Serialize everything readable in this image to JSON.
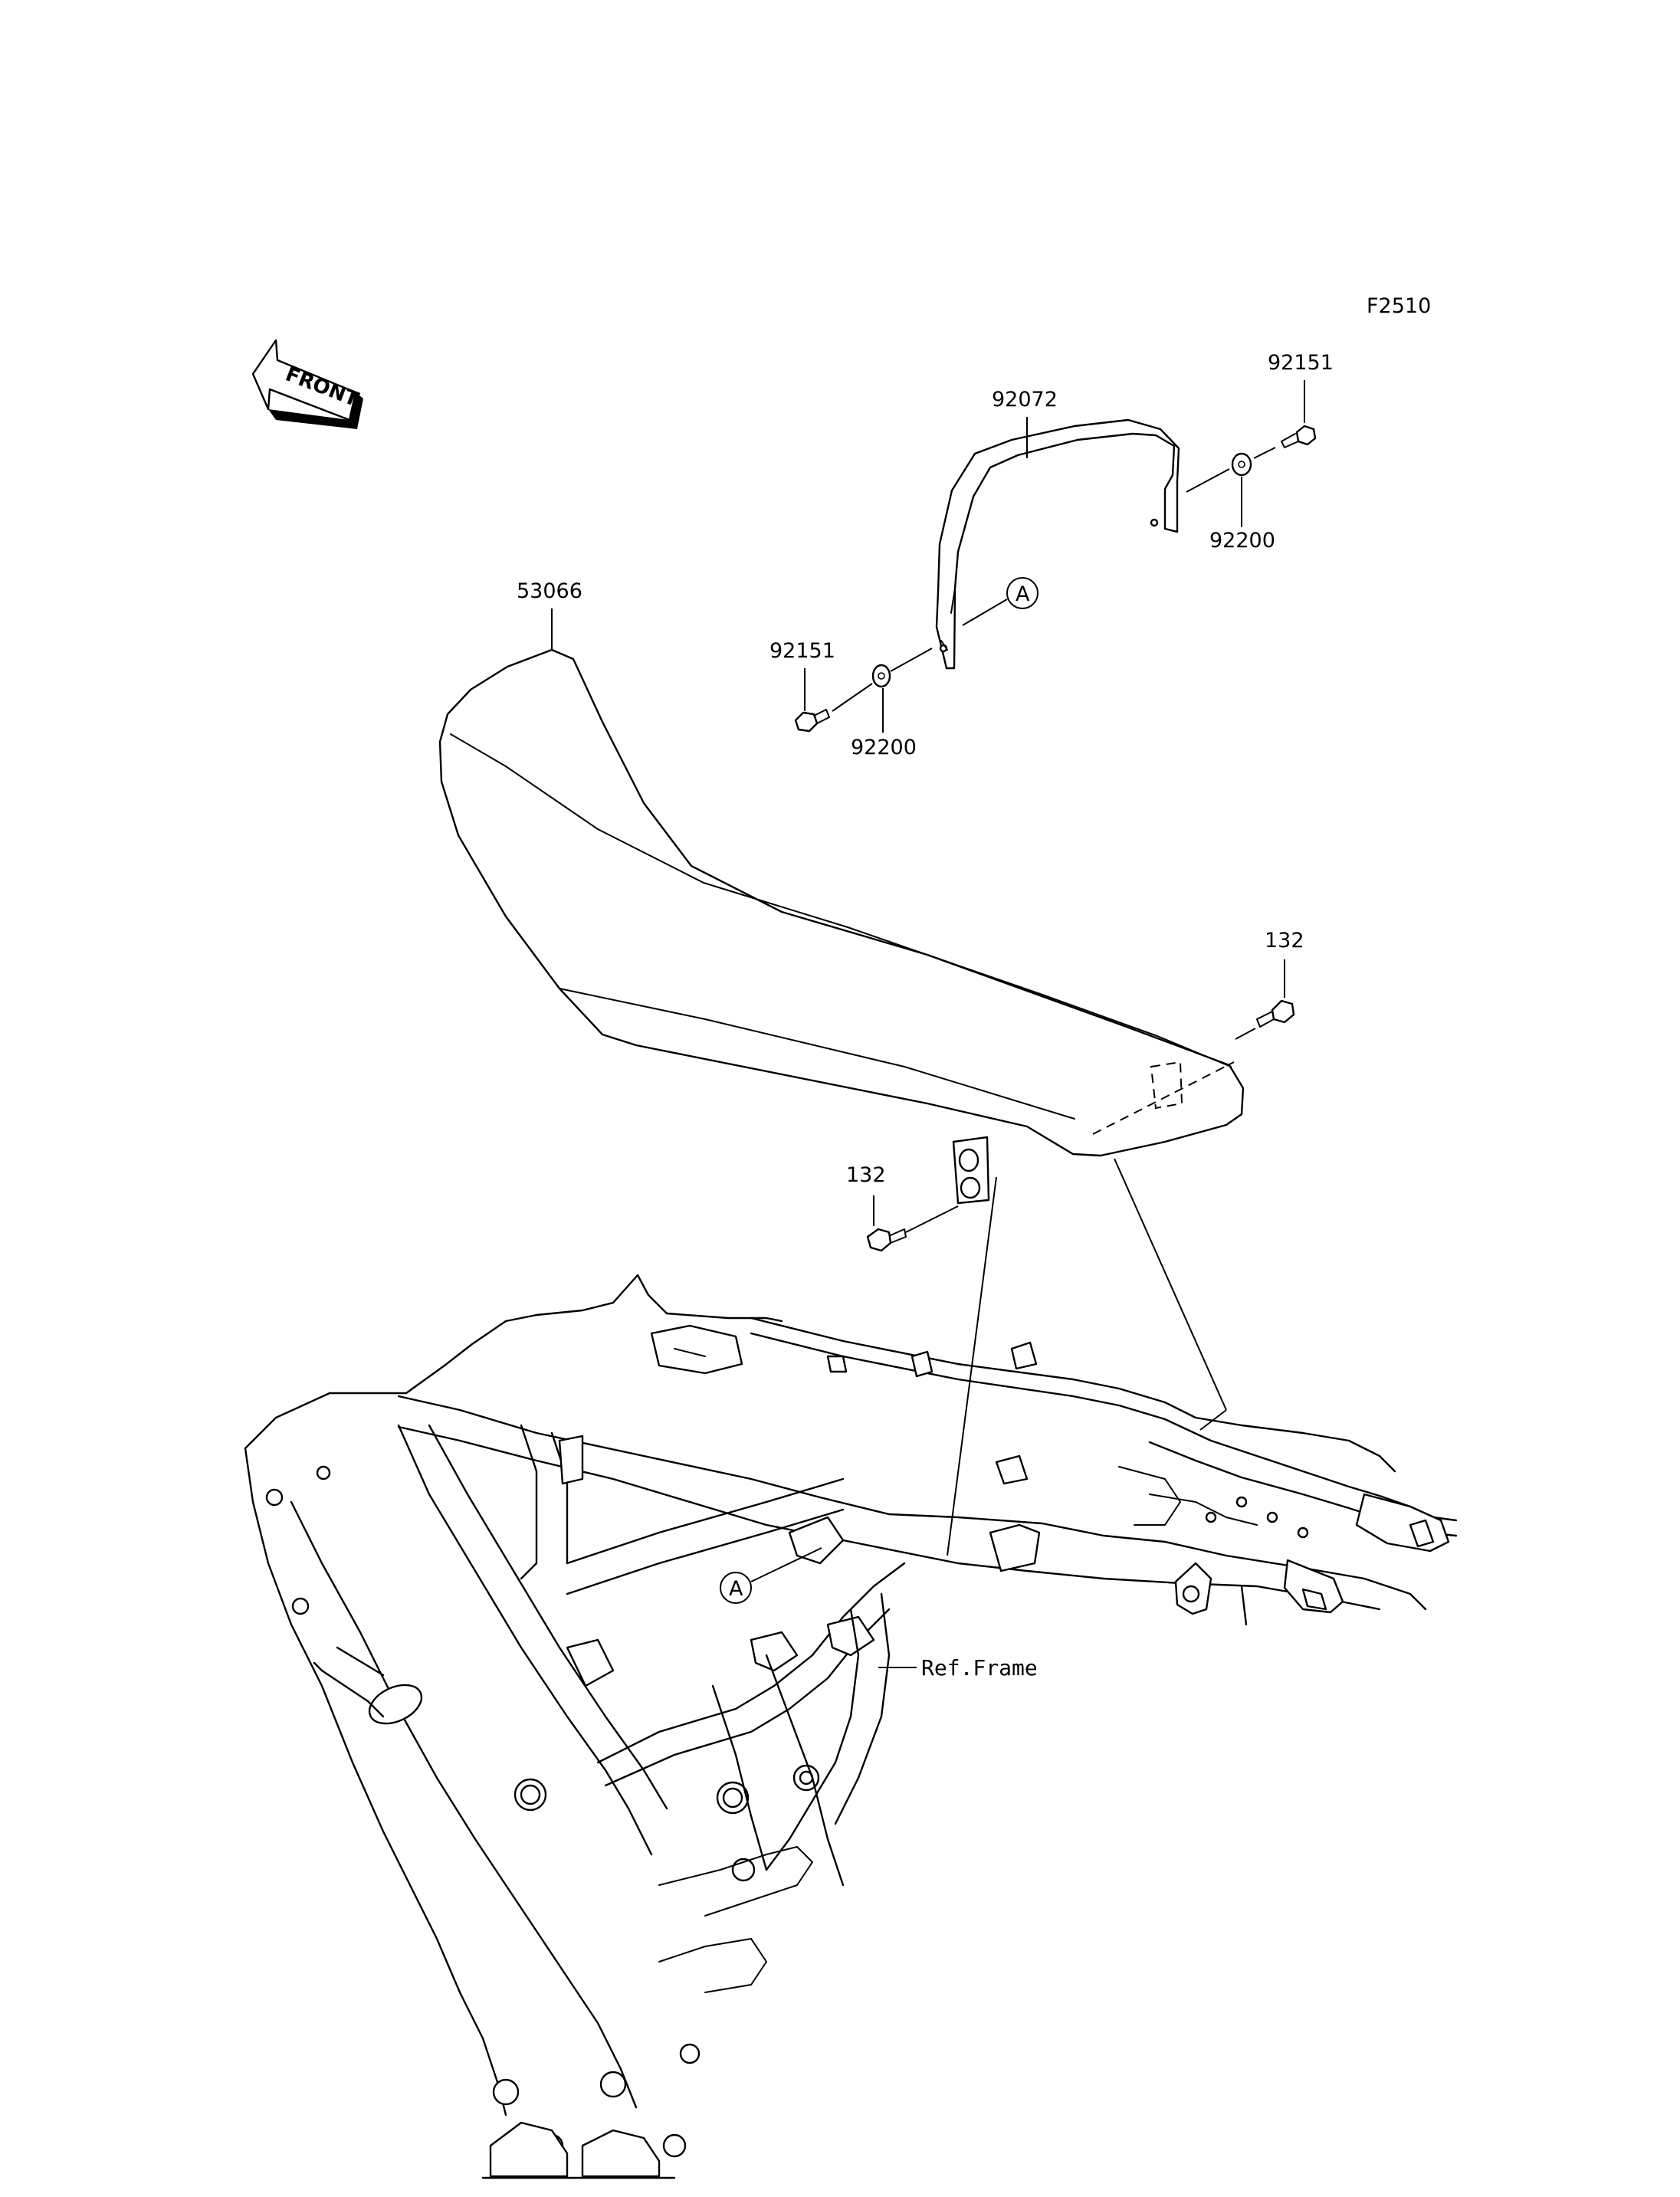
{
  "figure_code": "F2510",
  "front_arrow": {
    "icon": "front-direction-arrow-icon",
    "label": "FRONT"
  },
  "part_labels": {
    "seat": "53066",
    "strap": "92072",
    "bolt_upper_right": "92151",
    "washer_upper_right": "92200",
    "bolt_left": "92151",
    "washer_left": "92200",
    "bolt_seat_rear": "132",
    "bolt_seat_front": "132"
  },
  "reference_marks": {
    "a_upper": "A",
    "a_lower": "A"
  },
  "ref_frame_label": "Ref.Frame"
}
